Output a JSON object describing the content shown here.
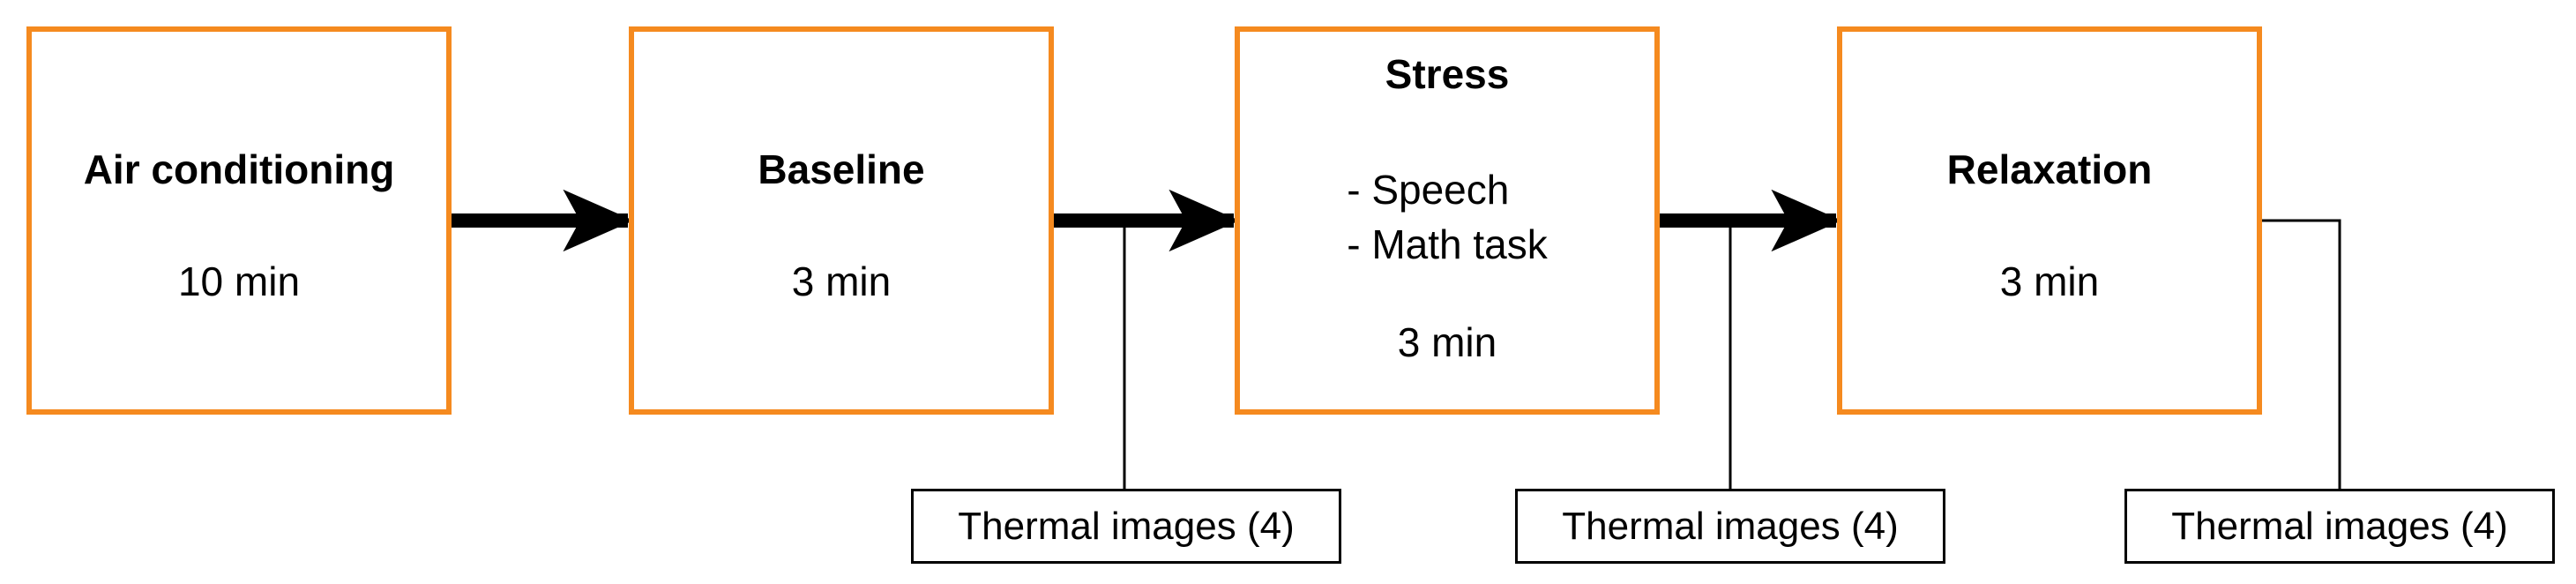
{
  "steps": [
    {
      "title": "Air conditioning",
      "duration": "10 min"
    },
    {
      "title": "Baseline",
      "duration": "3 min"
    },
    {
      "title": "Stress",
      "items": [
        "- Speech",
        "- Math task"
      ],
      "duration": "3 min"
    },
    {
      "title": "Relaxation",
      "duration": "3 min"
    }
  ],
  "captures": [
    {
      "label": "Thermal images (4)"
    },
    {
      "label": "Thermal images (4)"
    },
    {
      "label": "Thermal images (4)"
    }
  ],
  "colors": {
    "box_border": "#f58a1f",
    "arrow": "#000000",
    "connector": "#000000"
  }
}
